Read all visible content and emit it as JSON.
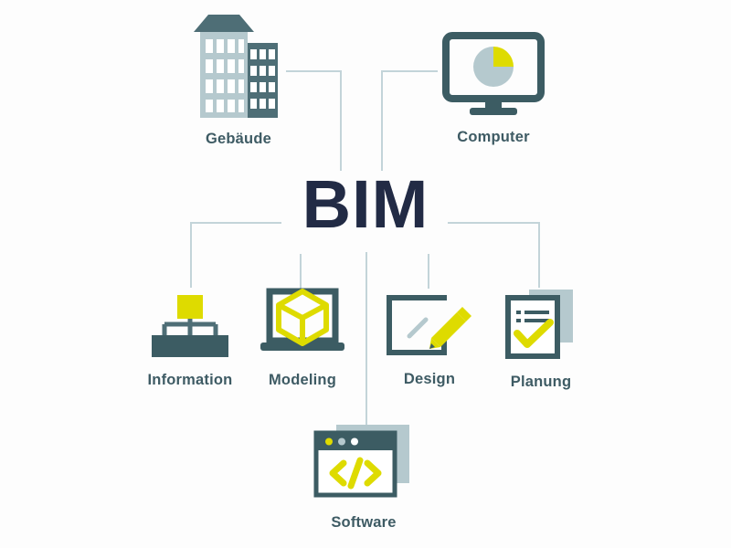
{
  "diagram": {
    "center_title": "BIM",
    "background_color": "#fdfdfd",
    "accent_yellow": "#dedb00",
    "dark_teal": "#3c5c63",
    "mid_teal": "#4e6e76",
    "light_blue_gray": "#b5c9ce",
    "connector_color": "#c3d4d9",
    "title_color": "#222b45",
    "label_color": "#3e5b64"
  },
  "nodes": [
    {
      "id": "gebaeude",
      "label": "Gebäude",
      "icon": "office-building-icon"
    },
    {
      "id": "computer",
      "label": "Computer",
      "icon": "monitor-pie-chart-icon"
    },
    {
      "id": "information",
      "label": "Information",
      "icon": "hierarchy-org-chart-icon"
    },
    {
      "id": "modeling",
      "label": "Modeling",
      "icon": "laptop-3d-cube-icon"
    },
    {
      "id": "design",
      "label": "Design",
      "icon": "drawing-board-pencil-icon"
    },
    {
      "id": "planung",
      "label": "Planung",
      "icon": "checklist-document-icon"
    },
    {
      "id": "software",
      "label": "Software",
      "icon": "browser-code-window-icon"
    }
  ]
}
